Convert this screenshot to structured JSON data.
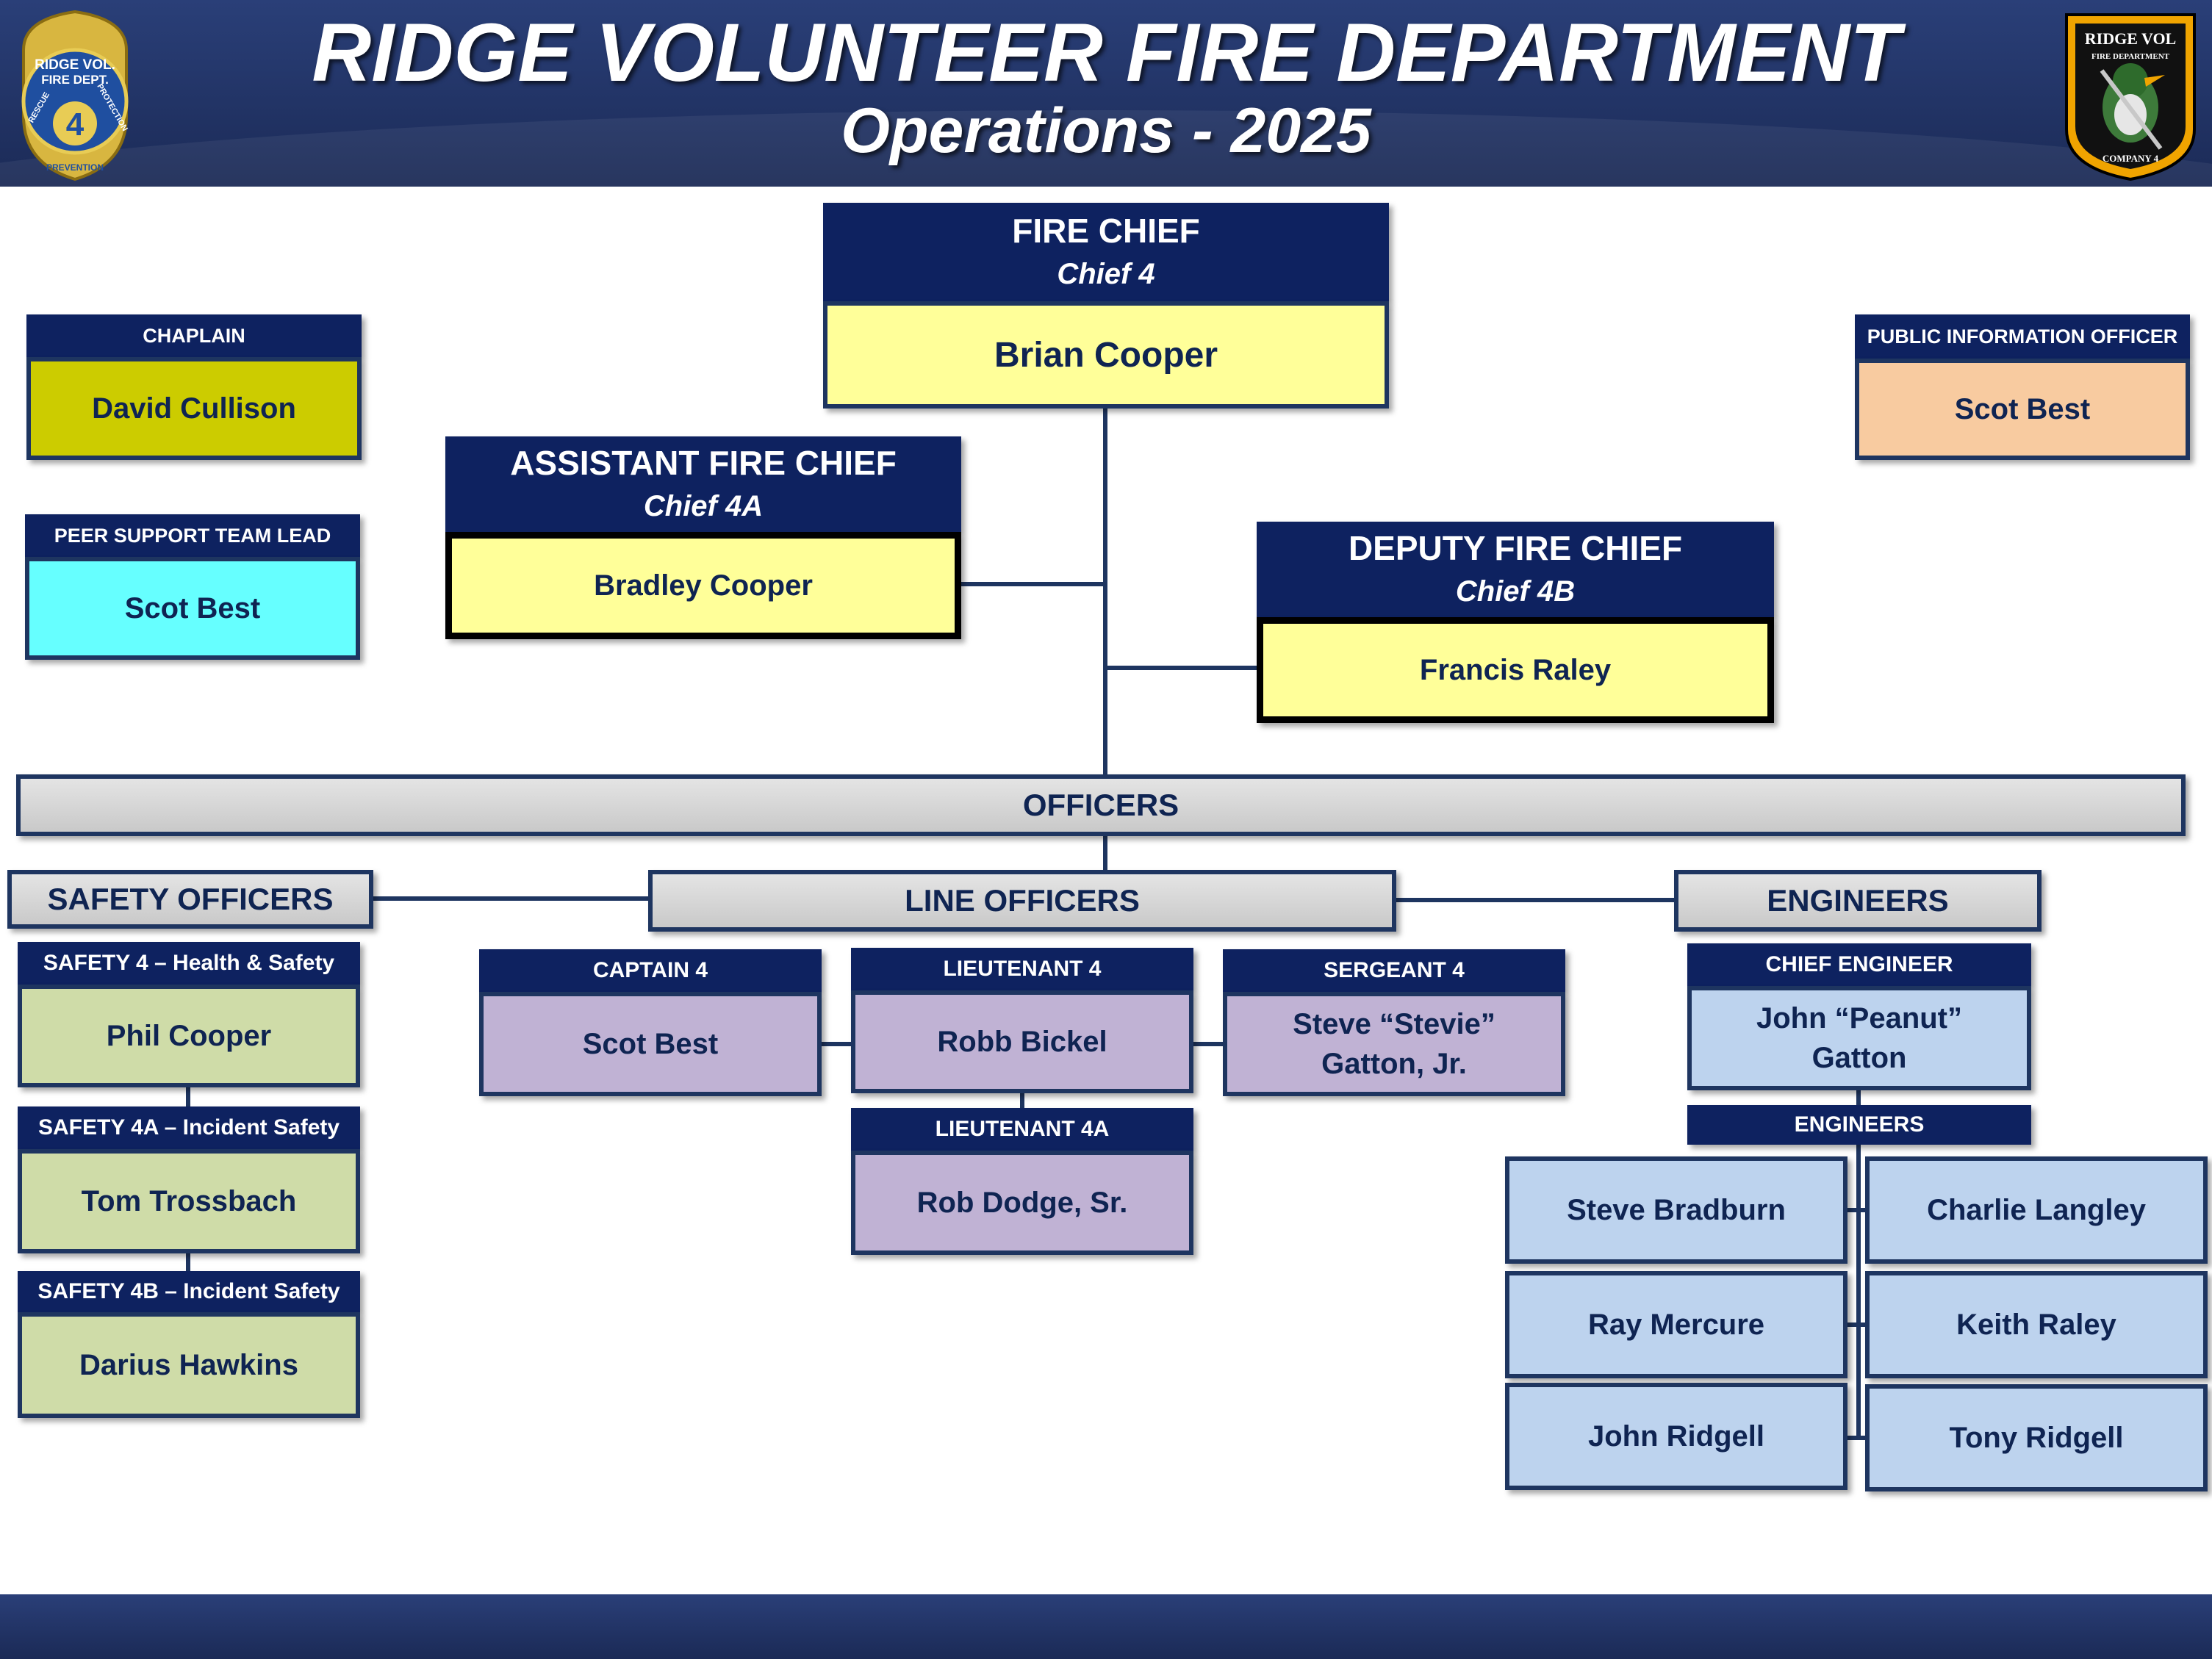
{
  "header": {
    "title": "RIDGE VOLUNTEER FIRE DEPARTMENT",
    "subtitle": "Operations - 2025"
  },
  "logos": {
    "left": {
      "icon": "fire-dept-badge-icon",
      "line1": "RIDGE VOL.",
      "line2": "FIRE DEPT.",
      "number": "4",
      "ring_left": "RESCUE",
      "ring_right": "PROTECTION",
      "ring_bottom": "PREVENTION"
    },
    "right": {
      "icon": "company-4-duck-patch-icon",
      "line1": "RIDGE VOL",
      "line2": "FIRE DEPARTMENT",
      "line3": "COMPANY 4"
    }
  },
  "fire_chief": {
    "title": "FIRE CHIEF",
    "callsign": "Chief 4",
    "name": "Brian Cooper"
  },
  "assistant_chief": {
    "title": "ASSISTANT FIRE CHIEF",
    "callsign": "Chief 4A",
    "name": "Bradley Cooper"
  },
  "deputy_chief": {
    "title": "DEPUTY FIRE CHIEF",
    "callsign": "Chief 4B",
    "name": "Francis Raley"
  },
  "chaplain": {
    "title": "CHAPLAIN",
    "name": "David Cullison"
  },
  "peer_support": {
    "title": "PEER SUPPORT TEAM LEAD",
    "name": "Scot Best"
  },
  "pio": {
    "title": "PUBLIC INFORMATION OFFICER",
    "name": "Scot Best"
  },
  "officers": {
    "label": "OFFICERS"
  },
  "safety": {
    "label": "SAFETY OFFICERS",
    "positions": [
      {
        "title": "SAFETY 4 – Health & Safety",
        "name": "Phil Cooper"
      },
      {
        "title": "SAFETY 4A – Incident Safety",
        "name": "Tom Trossbach"
      },
      {
        "title": "SAFETY 4B – Incident Safety",
        "name": "Darius Hawkins"
      }
    ]
  },
  "line_officers": {
    "label": "LINE OFFICERS",
    "captain": {
      "title": "CAPTAIN 4",
      "name": "Scot Best"
    },
    "lieutenant": {
      "title": "LIEUTENANT 4",
      "name": "Robb Bickel"
    },
    "lieutenant_a": {
      "title": "LIEUTENANT 4A",
      "name": "Rob Dodge, Sr."
    },
    "sergeant": {
      "title": "SERGEANT 4",
      "name_line1": "Steve “Stevie”",
      "name_line2": "Gatton, Jr."
    }
  },
  "engineers": {
    "label": "ENGINEERS",
    "chief": {
      "title": "CHIEF ENGINEER",
      "name_line1": "John “Peanut”",
      "name_line2": "Gatton"
    },
    "sub_label": "ENGINEERS",
    "members": [
      "Steve Bradburn",
      "Charlie Langley",
      "Ray Mercure",
      "Keith Raley",
      "John Ridgell",
      "Tony Ridgell"
    ]
  },
  "colors": {
    "header_bg": "#223466",
    "title_bar": "#0e2260",
    "connector": "#1e3560",
    "chief_fill": "#ffff99",
    "chaplain_fill": "#cccc00",
    "peer_fill": "#66ffff",
    "pio_fill": "#f8cba0",
    "safety_fill": "#cfdca8",
    "line_officer_fill": "#c0b2d4",
    "engineer_fill": "#bdd3ee",
    "section_fill": "#d0d0d0"
  }
}
